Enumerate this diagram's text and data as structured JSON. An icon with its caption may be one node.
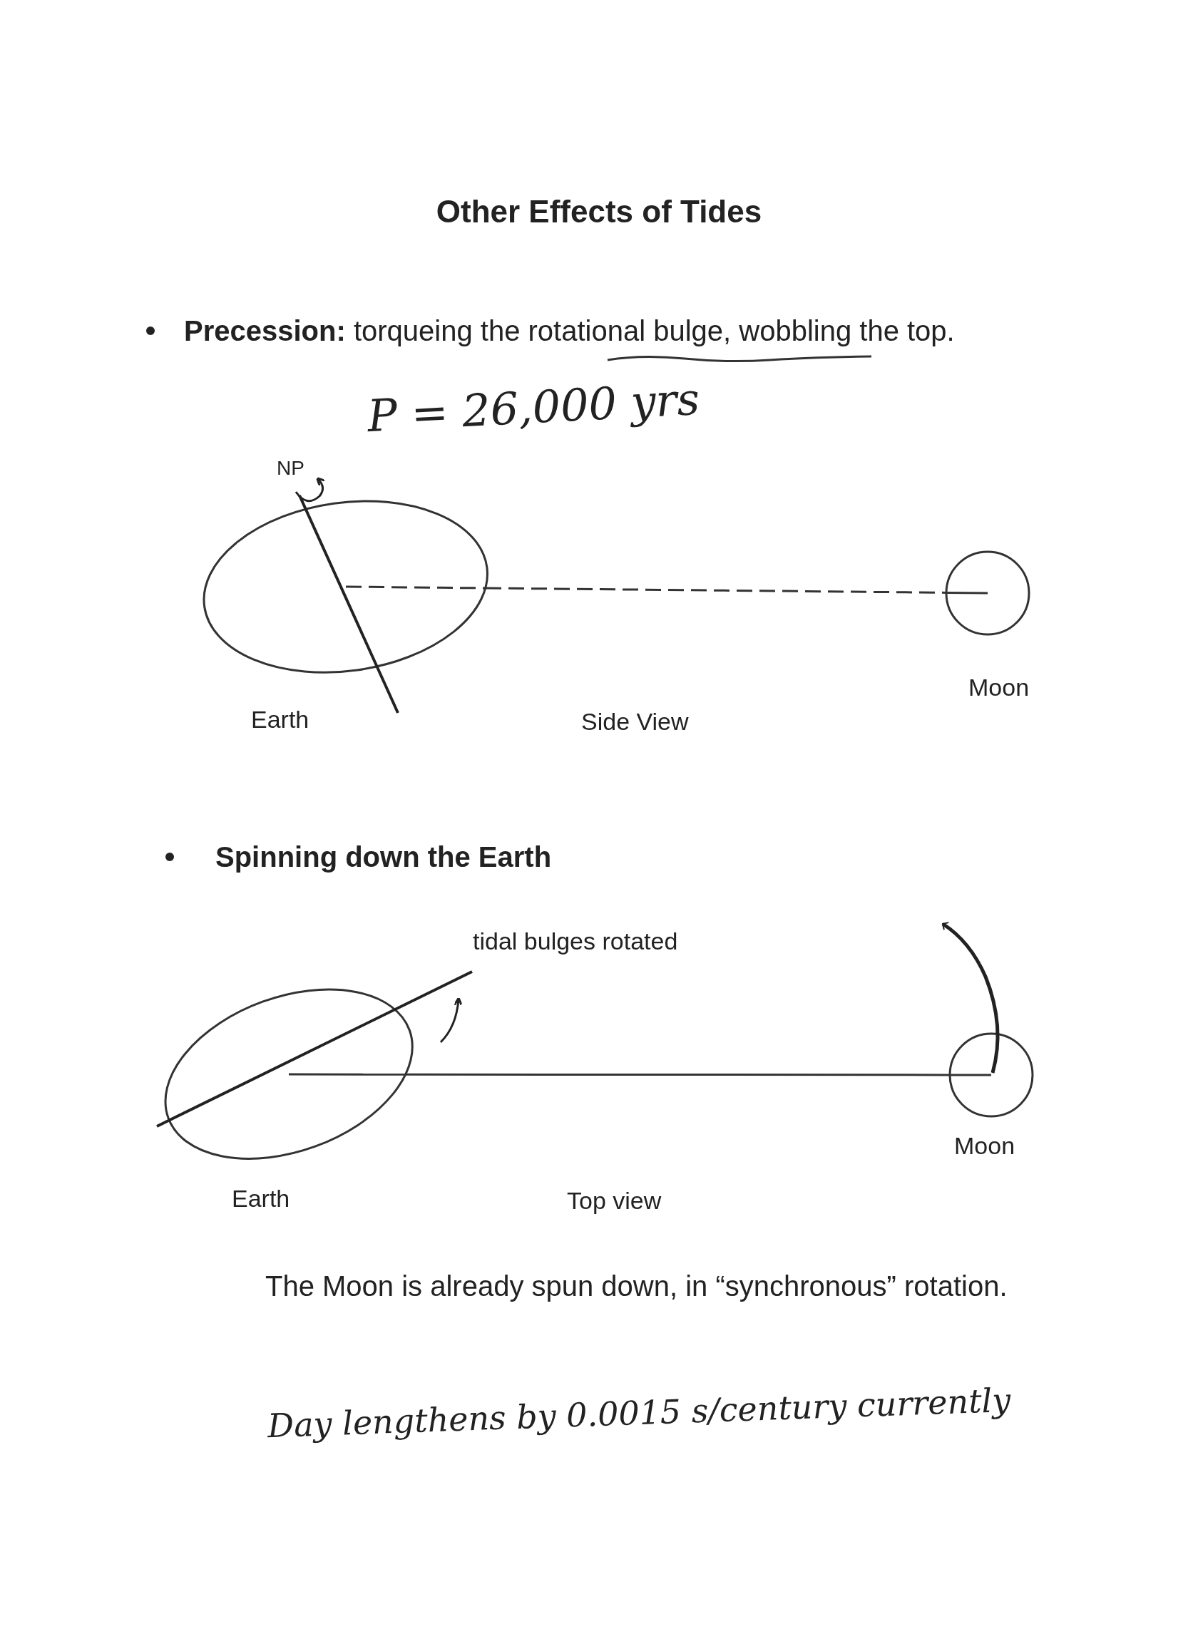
{
  "diagram": {
    "title": "Other Effects of Tides",
    "nodes": [
      {
        "text": [],
        "shape": "ellipse",
        "beside": [
          "Earth"
        ]
      },
      {
        "text": [],
        "shape": "circle",
        "beside": [
          "Moon"
        ]
      },
      {
        "text": [],
        "shape": "ellipse",
        "beside": [
          "Earth"
        ]
      },
      {
        "text": [],
        "shape": "circle",
        "beside": [
          "Moon"
        ]
      }
    ],
    "edges": [
      {
        "from": 0,
        "to": 1,
        "arrow": "none",
        "style": "dashed"
      },
      {
        "from": 2,
        "to": 3,
        "arrow": "none"
      }
    ],
    "labels": [
      "**Precession:** torqueing the rotational bulge, wobbling the top.",
      "P = 26,000 yrs",
      "NP",
      "Side View",
      "Spinning down the Earth",
      "tidal bulges rotated",
      "Top view",
      "The Moon is already spun down, in “synchronous” rotation.",
      "Day lengthens by 0.0015 s/century currently"
    ]
  }
}
